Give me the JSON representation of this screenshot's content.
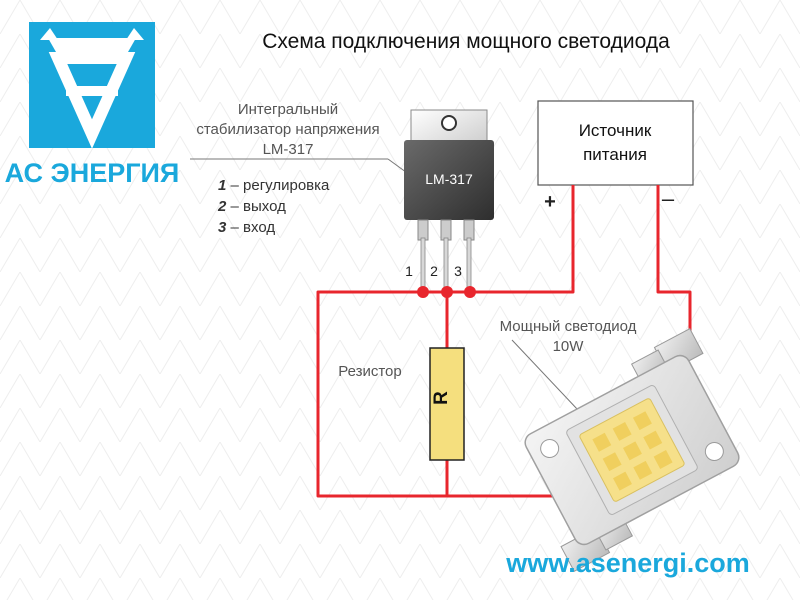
{
  "title": "Схема подключения мощного светодиода",
  "logo": {
    "icon": "as-energy-logo-icon",
    "text": "АС ЭНЕРГИЯ",
    "color": "#1aa8dc"
  },
  "regulator": {
    "caption": [
      "Интегральный",
      "стабилизатор напряжения",
      "LM-317"
    ],
    "chip_label": "LM-317",
    "pins": [
      "1",
      "2",
      "3"
    ],
    "legend": [
      {
        "num": "1",
        "text": " – регулировка"
      },
      {
        "num": "2",
        "text": " – выход"
      },
      {
        "num": "3",
        "text": " – вход"
      }
    ]
  },
  "power": {
    "label": [
      "Источник",
      "питания"
    ],
    "plus": "+",
    "minus": "–"
  },
  "resistor": {
    "caption": "Резистор",
    "symbol": "R"
  },
  "led": {
    "caption": [
      "Мощный светодиод",
      "10W"
    ]
  },
  "website": "www.asenergi.com",
  "colors": {
    "wire": "#e8262d",
    "accent": "#1aa8dc",
    "led": "#f6e08a",
    "resistor": "#f5df7e"
  }
}
